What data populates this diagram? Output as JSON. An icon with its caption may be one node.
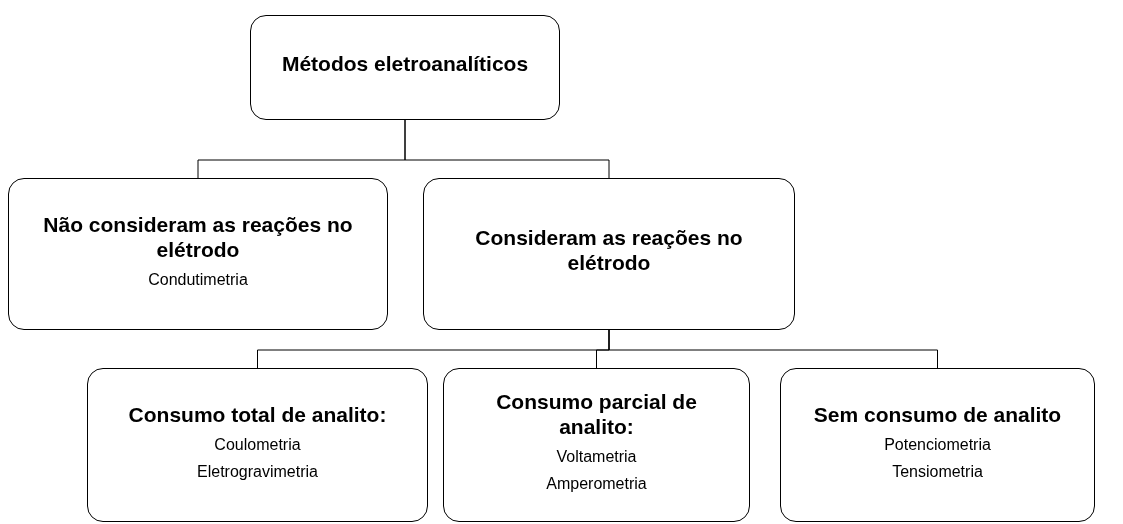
{
  "diagram": {
    "nodes": [
      {
        "text": [
          "Métodos eletroanalíticos"
        ]
      },
      {
        "text": [
          "Não consideram as reações no elétrodo",
          "Condutimetria"
        ]
      },
      {
        "text": [
          "Consideram as reações no elétrodo"
        ]
      },
      {
        "text": [
          "Consumo total de analito:",
          "Coulometria",
          "Eletrogravimetria"
        ]
      },
      {
        "text": [
          "Consumo parcial de analito:",
          "Voltametria",
          "Amperometria"
        ]
      },
      {
        "text": [
          "Sem consumo de analito",
          "Potenciometria",
          "Tensiometria"
        ]
      }
    ],
    "edges": [
      {
        "from": 0,
        "to": 1,
        "arrow": "none"
      },
      {
        "from": 0,
        "to": 2,
        "arrow": "none"
      },
      {
        "from": 2,
        "to": 3,
        "arrow": "none"
      },
      {
        "from": 2,
        "to": 4,
        "arrow": "none"
      },
      {
        "from": 2,
        "to": 5,
        "arrow": "none"
      }
    ]
  }
}
